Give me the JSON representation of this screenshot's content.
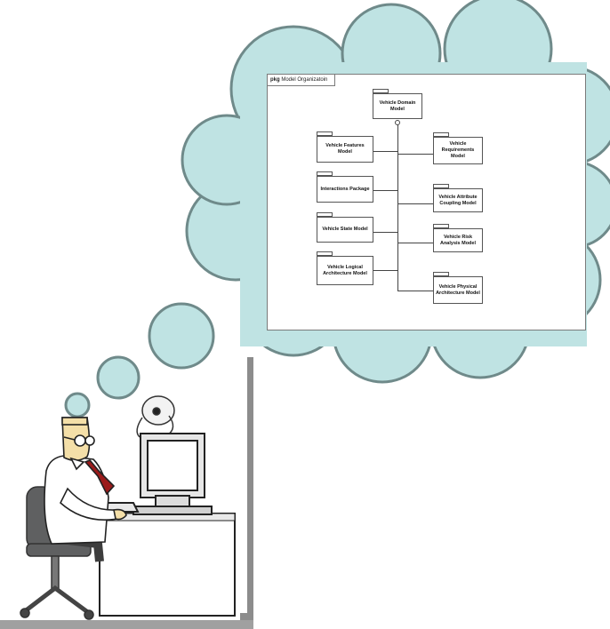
{
  "diagram": {
    "frame_keyword": "pkg",
    "frame_title": "Model Organizatoin",
    "packages": {
      "vehicle_domain_model": "Vehicle Domain Model",
      "vehicle_features_model": "Vehicle Features Model",
      "interactions_package": "Interactions Package",
      "vehicle_state_model": "Vehicle State Model",
      "vehicle_logical_architecture_model": "Vehicle Logical Architecture Model",
      "vehicle_requirements_model": "Vehicle Requirements Model",
      "vehicle_attribute_coupling_model": "Vehicle Attribute Coupling Model",
      "vehicle_risk_analysis_model": "Vehicle Risk Analysis Model",
      "vehicle_physical_architecture_model": "Vehicle Physical Architecture Model"
    }
  },
  "colors": {
    "cloud_fill": "#bfe3e3",
    "cloud_stroke": "#6f8a8a",
    "shirt": "#ffffff",
    "tie": "#9b1b1b",
    "skin": "#f4dfa8",
    "chair": "#5f6061",
    "desk": "#ffffff"
  },
  "icons": [
    "thought-cloud",
    "engineer-figure",
    "computer-monitor",
    "desk",
    "office-chair",
    "desk-lamp"
  ]
}
